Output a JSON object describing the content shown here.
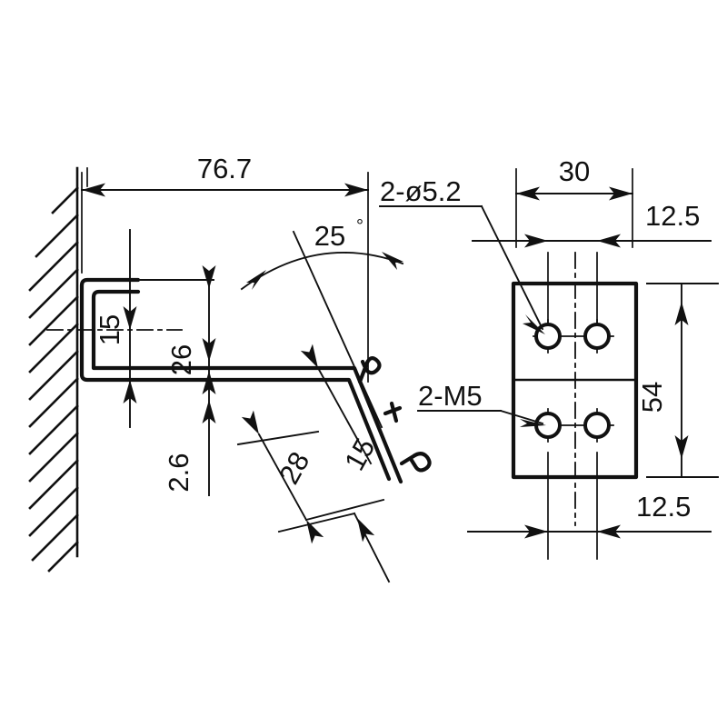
{
  "drawing": {
    "title": "Wall Mount Bracket Dimensional Drawing",
    "type": "engineering-orthographic-drawing",
    "background_color": "#ffffff",
    "line_color": "#111111",
    "views": [
      {
        "name": "side-section-view",
        "position": "left",
        "description": "Side section of bracket mounted to hatched wall"
      },
      {
        "name": "front-plate-view",
        "position": "right",
        "description": "Front view of mounting plate with 4 holes"
      }
    ],
    "dimensions": {
      "overall_length": "76.7",
      "flange_height_upper": "15",
      "web_height": "26",
      "material_thickness": "2.6",
      "angle": "25",
      "angle_symbol": "°",
      "angled_leg_length": "28",
      "angled_leg_segment": "15",
      "plate_width": "30",
      "plate_height": "54",
      "edge_margin_top": "12.5",
      "edge_margin_bottom": "12.5"
    },
    "callouts": {
      "clearance_holes": "2-ø5.2",
      "threaded_holes": "2-M5"
    },
    "labels": {
      "len_76_7": "76.7",
      "h_15": "15",
      "h_26": "26",
      "t_2_6": "2.6",
      "ang_25": "25",
      "ang_deg": "°",
      "leg_28": "28",
      "leg_15": "15",
      "w_30": "30",
      "h_54": "54",
      "m_top_12_5": "12.5",
      "m_bot_12_5": "12.5",
      "hole_clearance": "2-ø5.2",
      "hole_thread": "2-M5"
    }
  }
}
